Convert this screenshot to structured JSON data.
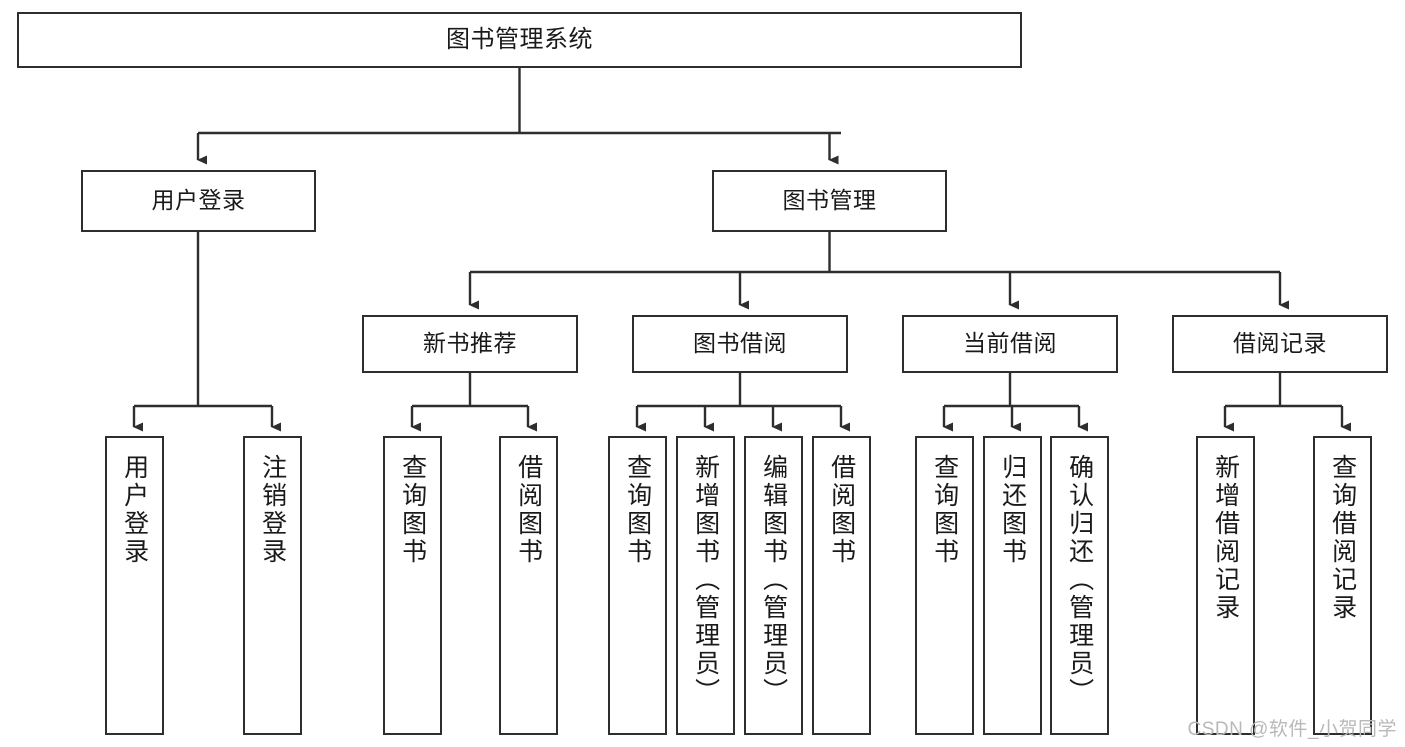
{
  "diagram": {
    "title": "图书管理系统",
    "type": "tree",
    "stroke_color": "#2e2e2e",
    "fill_color": "#ffffff",
    "text_color": "#1a1a1a",
    "watermark": "CSDN @软件_小贺同学",
    "levels": {
      "root": {
        "label": "图书管理系统"
      },
      "level2": [
        {
          "label": "用户登录"
        },
        {
          "label": "图书管理"
        }
      ],
      "level3": [
        {
          "label": "新书推荐"
        },
        {
          "label": "图书借阅"
        },
        {
          "label": "当前借阅"
        },
        {
          "label": "借阅记录"
        }
      ],
      "leaves": {
        "user_login": [
          {
            "label": "用户登录"
          },
          {
            "label": "注销登录"
          }
        ],
        "new_book_recommend": [
          {
            "label": "查询图书"
          },
          {
            "label": "借阅图书"
          }
        ],
        "book_borrow": [
          {
            "label": "查询图书"
          },
          {
            "label": "新增图书（管理员）"
          },
          {
            "label": "编辑图书（管理员）"
          },
          {
            "label": "借阅图书"
          }
        ],
        "current_borrow": [
          {
            "label": "查询图书"
          },
          {
            "label": "归还图书"
          },
          {
            "label": "确认归还（管理员）"
          }
        ],
        "borrow_record": [
          {
            "label": "新增借阅记录"
          },
          {
            "label": "查询借阅记录"
          }
        ]
      }
    }
  }
}
